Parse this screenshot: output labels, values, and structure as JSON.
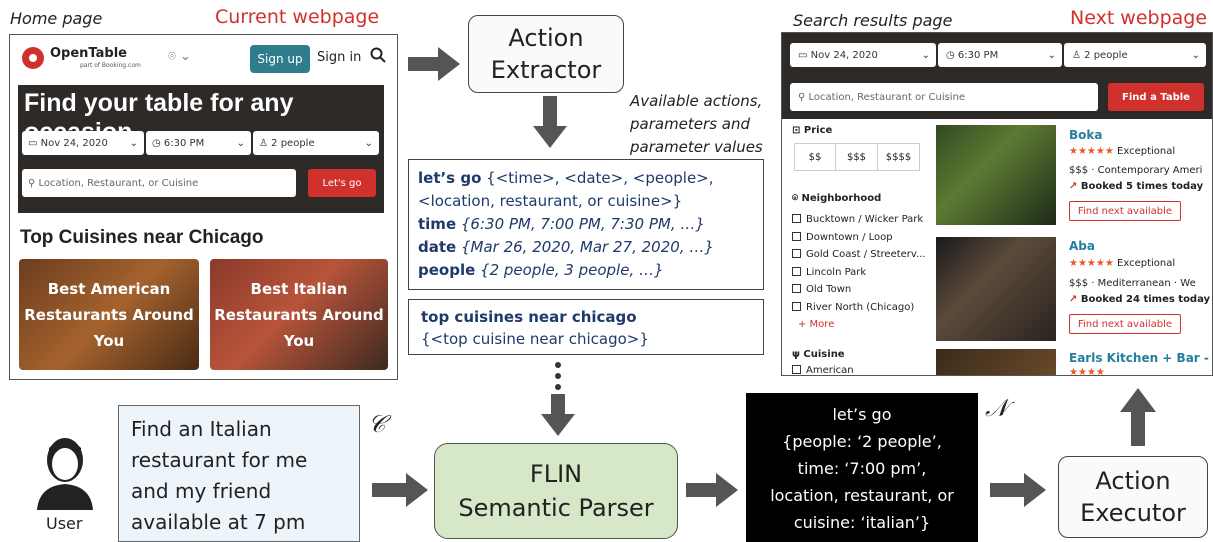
{
  "home": {
    "caption": "Home page",
    "status": "Current webpage",
    "brand": "OpenTable",
    "brand_sub": "part of Booking.com",
    "signup": "Sign up",
    "signin": "Sign in",
    "hero_title": "Find your table for any occasion",
    "date": "Nov 24, 2020",
    "time": "6:30 PM",
    "people": "2 people",
    "search_placeholder": "Location, Restaurant, or Cuisine",
    "go_button": "Let's go",
    "section_title": "Top Cuisines near Chicago",
    "card1": [
      "Best American",
      "Restaurants Around",
      "You"
    ],
    "card2": [
      "Best Italian",
      "Restaurants Around",
      "You"
    ]
  },
  "extractor": {
    "label_line1": "Action",
    "label_line2": "Extractor",
    "note": [
      "Available actions,",
      "parameters and",
      "parameter values"
    ]
  },
  "actions1": {
    "kw1": "let’s go",
    "rest1": " {<time>, <date>, <people>,",
    "line2": "<location, restaurant, or cuisine>}",
    "kw2": "time",
    "val2": " {6:30 PM, 7:00 PM, 7:30 PM, …}",
    "kw3": "date",
    "val3": " {Mar 26, 2020, Mar 27, 2020, …}",
    "kw4": "people",
    "val4": " {2 people, 3 people, …}"
  },
  "actions2": {
    "kw": "top cuisines near chicago",
    "line2": "{<top cuisine near chicago>}"
  },
  "user": {
    "label": "User",
    "utterance": [
      "Find an Italian",
      "restaurant for me",
      "and my friend",
      "available at 7 pm"
    ],
    "symbol": "𝒞"
  },
  "parser": {
    "line1": "FLIN",
    "line2": "Semantic Parser"
  },
  "output": {
    "lines": [
      "let’s go",
      "{people: ‘2 people’,",
      "time: ‘7:00 pm’,",
      "location, restaurant, or",
      "cuisine: ‘italian’}"
    ],
    "symbol": "𝒩"
  },
  "executor": {
    "line1": "Action",
    "line2": "Executor"
  },
  "results": {
    "caption": "Search results page",
    "status": "Next webpage",
    "date": "Nov 24, 2020",
    "time": "6:30 PM",
    "people": "2 people",
    "search_placeholder": "Location, Restaurant or Cuisine",
    "find_button": "Find a Table",
    "price_label": "Price",
    "prices": [
      "$$",
      "$$$",
      "$$$$"
    ],
    "neighborhood_label": "Neighborhood",
    "neighborhoods": [
      "Bucktown / Wicker Park",
      "Downtown / Loop",
      "Gold Coast / Streeterv...",
      "Lincoln Park",
      "Old Town",
      "River North (Chicago)"
    ],
    "more": "+ More",
    "cuisine_label": "Cuisine",
    "cuisine_first": "American",
    "r1": {
      "name": "Boka",
      "rating": "Exceptional",
      "detail": "$$$ · Contemporary Ameri",
      "booked": "Booked 5 times today",
      "button": "Find next available"
    },
    "r2": {
      "name": "Aba",
      "rating": "Exceptional",
      "detail": "$$$ · Mediterranean · We",
      "booked": "Booked 24 times today",
      "button": "Find next available"
    },
    "r3": {
      "name": "Earls Kitchen + Bar - L"
    }
  },
  "colors": {
    "accent_red": "#d0312d",
    "teal": "#2f7d8c",
    "parser_green": "#d6e8c8",
    "user_box": "#edf4fa"
  }
}
